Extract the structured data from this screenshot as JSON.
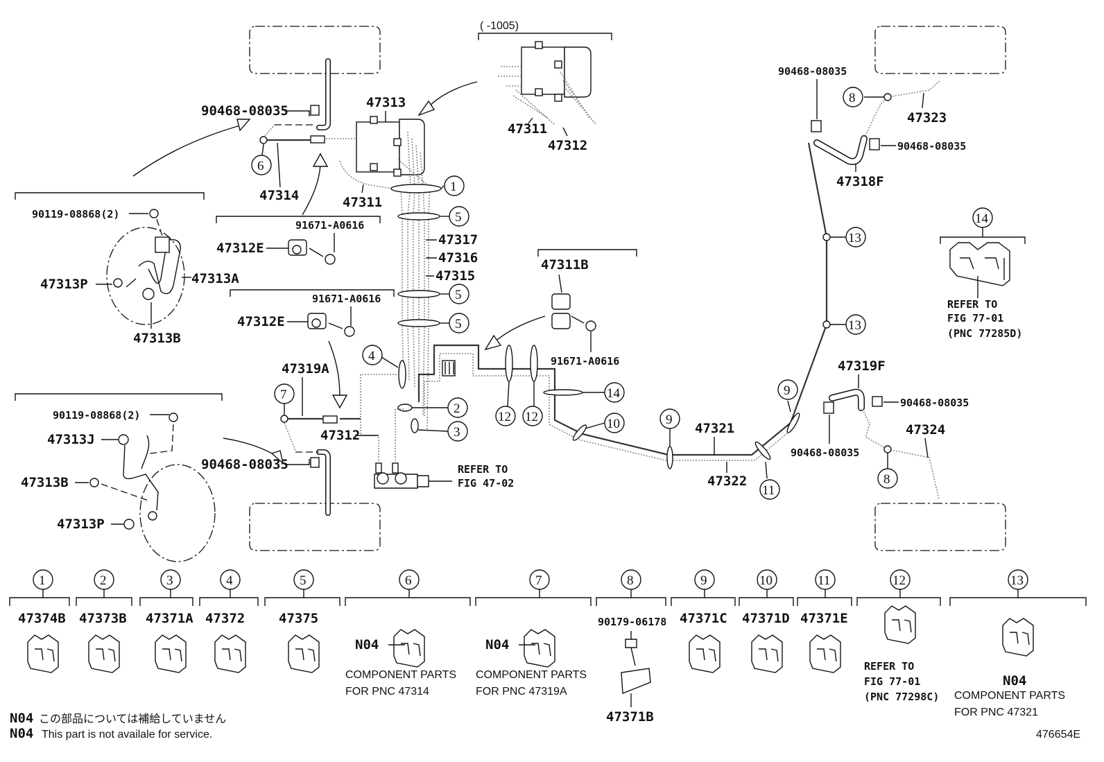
{
  "header": {
    "version_range": "(      -1005)"
  },
  "labels": {
    "p47313": "47313",
    "p47311_top": "47311",
    "p47312_top": "47312",
    "p90468_a": "90468-08035",
    "p47314": "47314",
    "p47311": "47311",
    "p90119_a": "90119-08868(2)",
    "p91671_a": "91671-A0616",
    "p47312E_a": "47312E",
    "p47313P_a": "47313P",
    "p47313A": "47313A",
    "p47313B_a": "47313B",
    "p47317": "47317",
    "p47316": "47316",
    "p47315": "47315",
    "p91671_b": "91671-A0616",
    "p47312E_b": "47312E",
    "p47319A": "47319A",
    "p90119_b": "90119-08868(2)",
    "p47313J": "47313J",
    "p47313B_b": "47313B",
    "p47313P_b": "47313P",
    "p90468_b": "90468-08035",
    "p47312": "47312",
    "refer_4702_a": "REFER TO",
    "refer_4702_b": "FIG 47-02",
    "p47311B": "47311B",
    "p91671_c": "91671-A0616",
    "p47321": "47321",
    "p47322": "47322",
    "p90468_c": "90468-08035",
    "p47323": "47323",
    "p90468_d": "90468-08035",
    "p47318F": "47318F",
    "p47319F": "47319F",
    "p90468_e": "90468-08035",
    "p90468_f": "90468-08035",
    "p47324": "47324",
    "refer_7701_a": "REFER TO",
    "refer_7701_b": "FIG 77-01",
    "refer_7701_c": "(PNC 77285D)"
  },
  "callouts": {
    "c1": "1",
    "c2": "2",
    "c3": "3",
    "c4": "4",
    "c5": "5",
    "c6": "6",
    "c7": "7",
    "c8": "8",
    "c9": "9",
    "c10": "10",
    "c11": "11",
    "c12": "12",
    "c13": "13",
    "c14": "14"
  },
  "legend": [
    {
      "num": "1",
      "part": "47374B"
    },
    {
      "num": "2",
      "part": "47373B"
    },
    {
      "num": "3",
      "part": "47371A"
    },
    {
      "num": "4",
      "part": "47372"
    },
    {
      "num": "5",
      "part": "47375"
    },
    {
      "num": "6",
      "part": "N04",
      "note1": "COMPONENT PARTS",
      "note2": "FOR PNC 47314"
    },
    {
      "num": "7",
      "part": "N04",
      "note1": "COMPONENT PARTS",
      "note2": "FOR PNC 47319A"
    },
    {
      "num": "8",
      "part": "90179-06178",
      "sub": "47371B"
    },
    {
      "num": "9",
      "part": "47371C"
    },
    {
      "num": "10",
      "part": "47371D"
    },
    {
      "num": "11",
      "part": "47371E"
    },
    {
      "num": "12",
      "part": "REFER TO",
      "note1": "FIG 77-01",
      "note2": "(PNC 77298C)"
    },
    {
      "num": "13",
      "part": "N04",
      "note1": "COMPONENT PARTS",
      "note2": "FOR PNC 47321"
    }
  ],
  "footnotes": {
    "code_a": "N04",
    "text_ja": "この部品については補給していません",
    "code_b": "N04",
    "text_en": "This part is not availale for service."
  },
  "figure_id": "476654E"
}
